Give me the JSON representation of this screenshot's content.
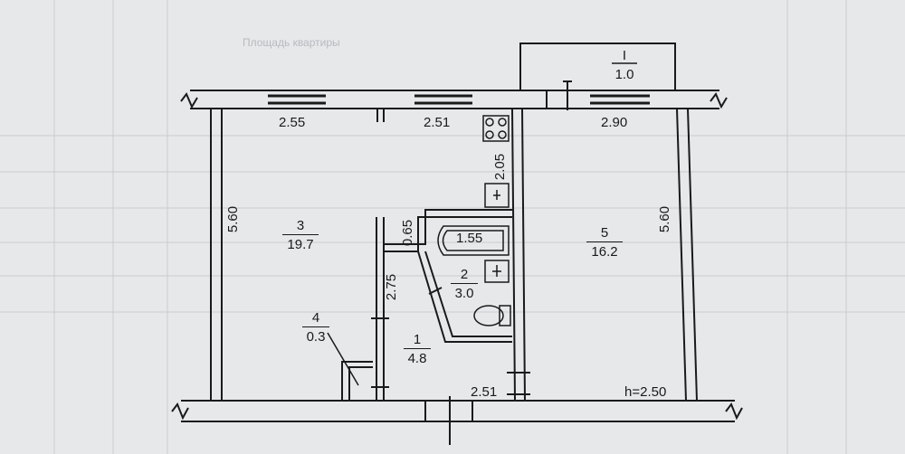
{
  "plan": {
    "ceiling_height": "h=2.50",
    "rooms": [
      {
        "key": "room-3",
        "number": "3",
        "area": "19.7"
      },
      {
        "key": "room-5",
        "number": "5",
        "area": "16.2"
      },
      {
        "key": "room-2",
        "number": "2",
        "area": "3.0"
      },
      {
        "key": "room-1",
        "number": "1",
        "area": "4.8"
      },
      {
        "key": "room-4",
        "number": "4",
        "area": "0.3"
      },
      {
        "key": "room-I",
        "number": "I",
        "area": "1.0"
      }
    ],
    "dimensions": {
      "top_left": "2.55",
      "top_mid": "2.51",
      "top_right": "2.90",
      "left_height": "5.60",
      "right_height": "5.60",
      "kitchen_depth": "2.05",
      "bath_width": "1.55",
      "bath_gap": "0.65",
      "hall_depth": "2.75",
      "bottom_hall": "2.51"
    }
  },
  "background_text": {
    "header": "Площадь квартиры"
  }
}
